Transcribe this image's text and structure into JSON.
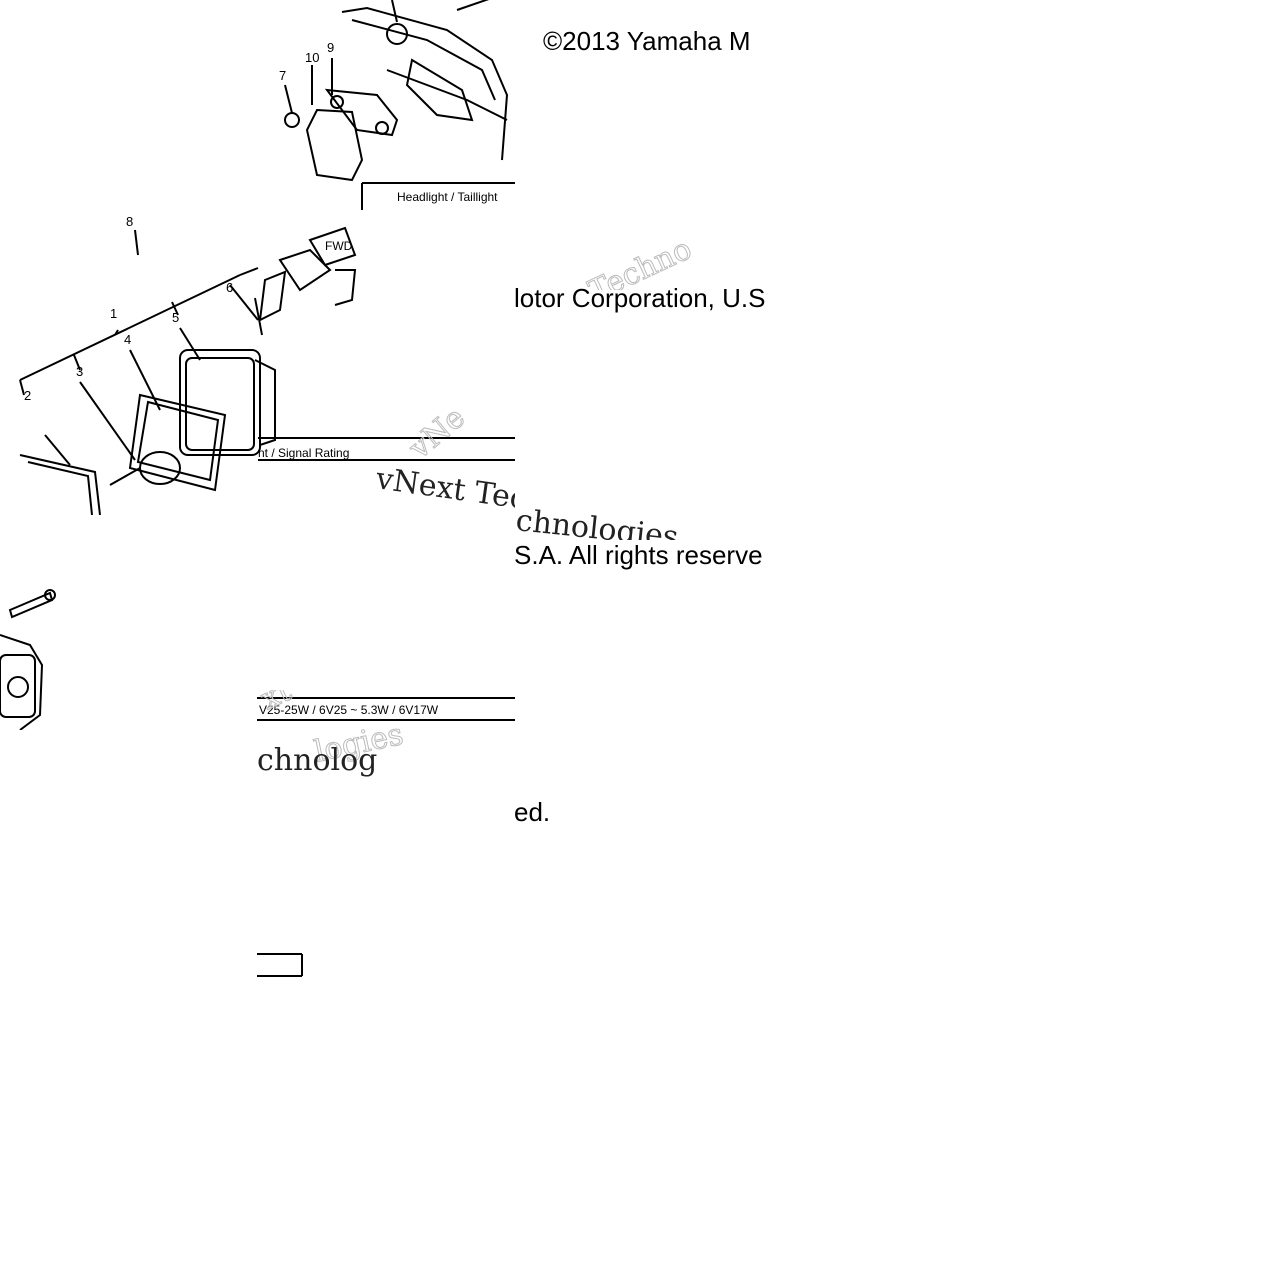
{
  "copyright": {
    "line1": "©2013 Yamaha M",
    "line2": "lotor Corporation, U.S",
    "line3": "S.A. All rights reserve",
    "line4": "ed."
  },
  "diagram": {
    "title_headlight": "Headlight / Taillight",
    "title_rating": "nt / Signal Rating",
    "rating_values": "V25-25W / 6V25 ~ 5.3W / 6V17W",
    "callouts": [
      "1",
      "2",
      "3",
      "4",
      "5",
      "6",
      "7",
      "8",
      "9",
      "10"
    ],
    "fwd_tag": "FWD"
  },
  "watermark": {
    "text_a": "vNext Tec",
    "text_b": "chnologies",
    "text_c": "vNe",
    "text_d": "xt",
    "text_e": "logies",
    "text_f": "chnolog",
    "text_g": "Techno"
  }
}
